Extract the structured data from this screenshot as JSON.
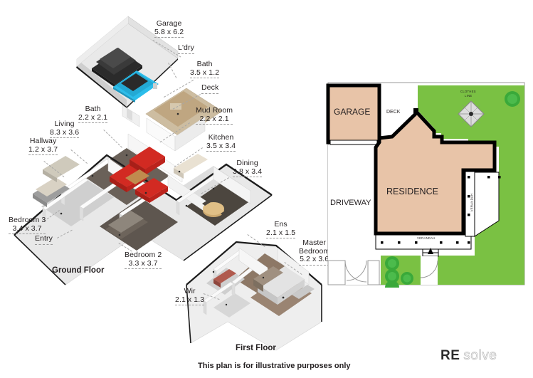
{
  "document": {
    "disclaimer": "This plan is for illustrative purposes only",
    "ground_floor_caption": "Ground Floor",
    "first_floor_caption": "First Floor"
  },
  "brand": {
    "mark_bold": "RE",
    "mark_light": "solve"
  },
  "ground_floor": {
    "rooms": [
      {
        "name": "Garage",
        "dimensions": "5.8 x 6.2"
      },
      {
        "name": "L'dry",
        "dimensions": ""
      },
      {
        "name": "Bath",
        "dimensions": "3.5 x 1.2"
      },
      {
        "name": "Deck",
        "dimensions": ""
      },
      {
        "name": "Mud Room",
        "dimensions": "2.2 x 2.1"
      },
      {
        "name": "Kitchen",
        "dimensions": "3.5 x 3.4"
      },
      {
        "name": "Dining",
        "dimensions": "3.8 x 3.4"
      },
      {
        "name": "Bath",
        "dimensions": "2.2 x 2.1"
      },
      {
        "name": "Living",
        "dimensions": "8.3 x 3.6"
      },
      {
        "name": "Hallway",
        "dimensions": "1.2 x 3.7"
      },
      {
        "name": "Bedroom 3",
        "dimensions": "3.4 x 3.7"
      },
      {
        "name": "Entry",
        "dimensions": ""
      },
      {
        "name": "Bedroom 2",
        "dimensions": "3.3 x 3.7"
      }
    ]
  },
  "first_floor": {
    "rooms": [
      {
        "name": "Ens",
        "dimensions": "2.1 x 1.5"
      },
      {
        "name": "Master\nBedroom",
        "dimensions": "5.2 x 3.6"
      },
      {
        "name": "Wir",
        "dimensions": "2.1 x 1.3"
      }
    ]
  },
  "site_plan": {
    "areas": [
      {
        "label": "GARAGE",
        "type": "building"
      },
      {
        "label": "DECK",
        "type": "deck"
      },
      {
        "label": "RESIDENCE",
        "type": "building"
      },
      {
        "label": "DRIVEWAY",
        "type": "paving"
      }
    ],
    "annotations": [
      {
        "label": "CLOTHES\nLINE"
      },
      {
        "label": "VERANDAH"
      },
      {
        "label": "VERANDAH"
      }
    ],
    "colors": {
      "lawn": "#7ac143",
      "building_fill": "#e8c4a8",
      "outline": "#000000",
      "paving": "#ffffff",
      "tree": "#3aa93a",
      "light_line": "#8a8a8a"
    }
  },
  "labels": {
    "garage": "Garage",
    "garage_dim": "5.8 x 6.2",
    "ldry": "L'dry",
    "bath_up": "Bath",
    "bath_up_dim": "3.5 x 1.2",
    "deck": "Deck",
    "mudroom": "Mud Room",
    "mudroom_dim": "2.2 x 2.1",
    "kitchen": "Kitchen",
    "kitchen_dim": "3.5 x 3.4",
    "dining": "Dining",
    "dining_dim": "3.8 x 3.4",
    "bath_lw": "Bath",
    "bath_lw_dim": "2.2 x 2.1",
    "living": "Living",
    "living_dim": "8.3 x 3.6",
    "hallway": "Hallway",
    "hallway_dim": "1.2 x 3.7",
    "bedroom3": "Bedroom 3",
    "bedroom3_dim": "3.4 x 3.7",
    "entry": "Entry",
    "bedroom2": "Bedroom 2",
    "bedroom2_dim": "3.3 x 3.7",
    "ens": "Ens",
    "ens_dim": "2.1 x 1.5",
    "master1": "Master",
    "master2": "Bedroom",
    "master_dim": "5.2 x 3.6",
    "wir": "Wir",
    "wir_dim": "2.1 x 1.3",
    "site_garage": "GARAGE",
    "site_deck": "DECK",
    "site_residence": "RESIDENCE",
    "site_driveway": "DRIVEWAY",
    "site_clothes1": "CLOTHES",
    "site_clothes2": "LINE",
    "site_verandah_b": "VERANDAH",
    "site_verandah_r": "VERANDAH"
  }
}
